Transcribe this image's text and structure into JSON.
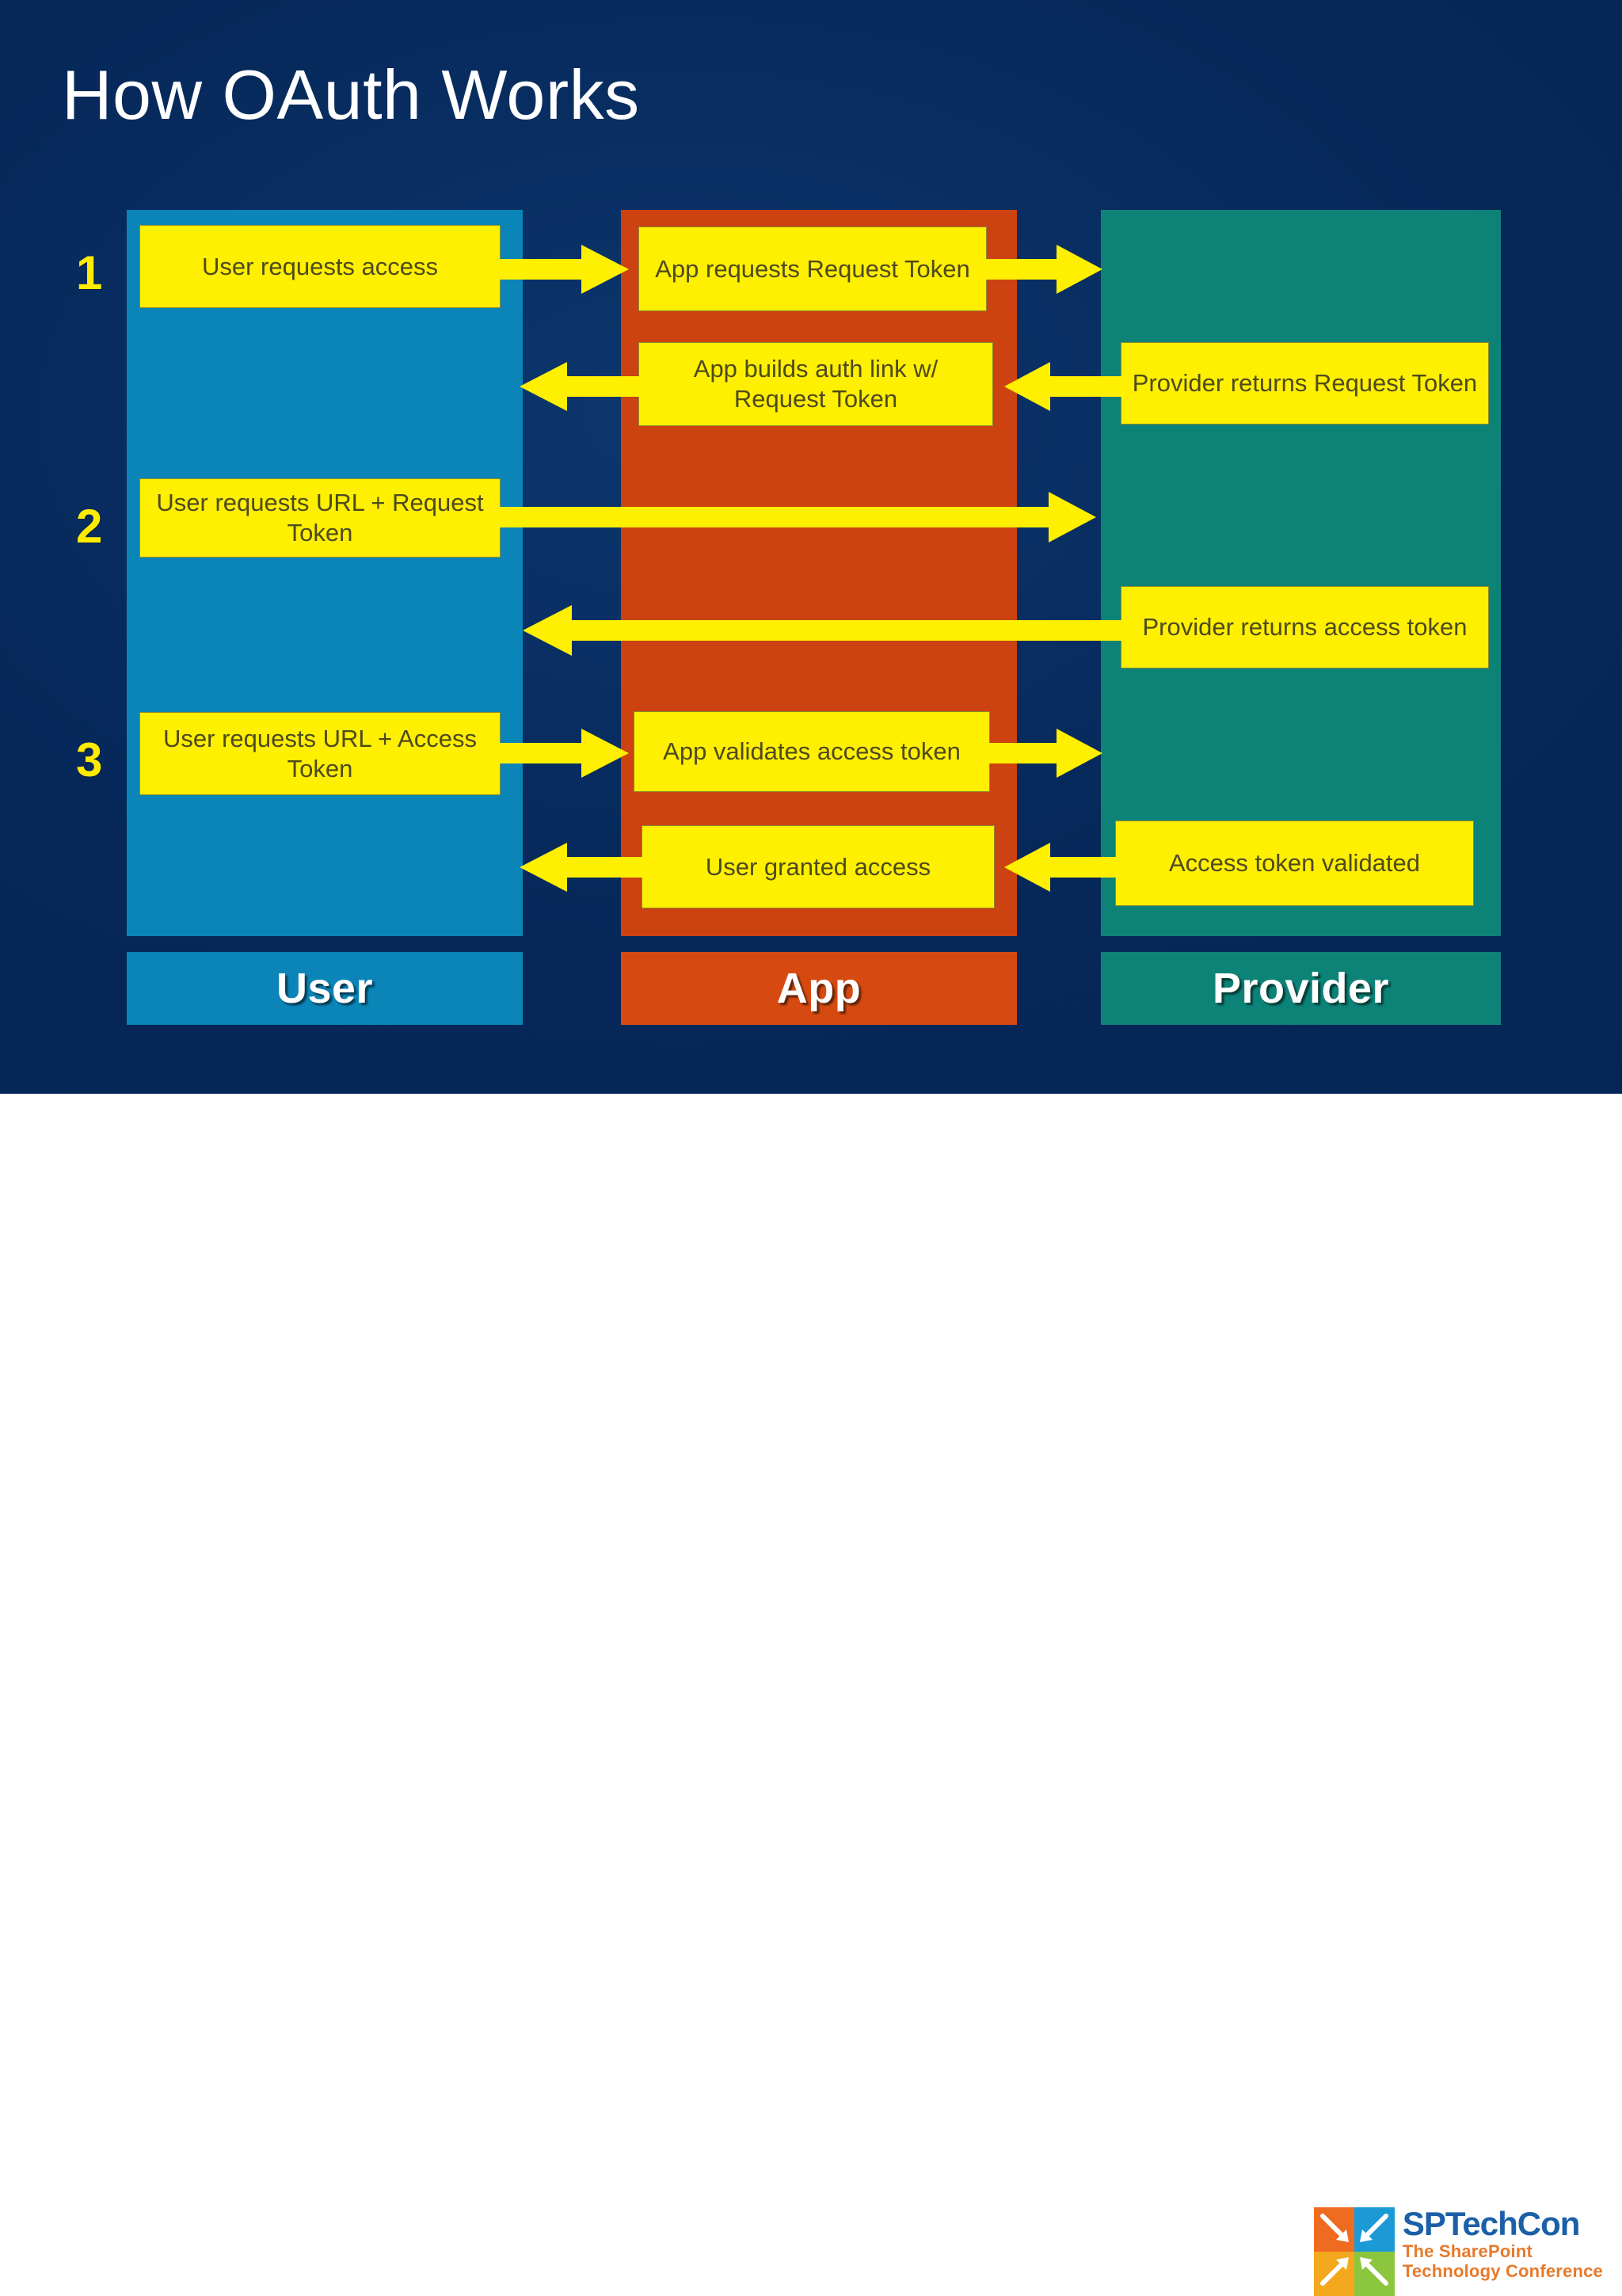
{
  "slide": {
    "title": "How OAuth Works",
    "background_color": "#05285c"
  },
  "colors": {
    "background": "#05285c",
    "user_column": "#0b84b8",
    "app_column": "#cc4211",
    "provider_column": "#0d8378",
    "message_box": "#ffef00",
    "message_text": "#4d4a1e",
    "arrow": "#ffef00",
    "step_number": "#ffec00",
    "label_text": "#ffffff"
  },
  "columns": [
    {
      "id": "user",
      "label": "User"
    },
    {
      "id": "app",
      "label": "App"
    },
    {
      "id": "provider",
      "label": "Provider"
    }
  ],
  "steps": [
    {
      "number": "1"
    },
    {
      "number": "2"
    },
    {
      "number": "3"
    }
  ],
  "messages": {
    "user": [
      {
        "id": "u1",
        "text": "User requests access"
      },
      {
        "id": "u2",
        "text": "User requests URL + Request Token"
      },
      {
        "id": "u3",
        "text": "User requests URL + Access Token"
      }
    ],
    "app": [
      {
        "id": "a1",
        "text": "App requests Request Token"
      },
      {
        "id": "a2",
        "text": "App builds auth link w/ Request Token"
      },
      {
        "id": "a3",
        "text": "App validates access token"
      },
      {
        "id": "a4",
        "text": "User granted access"
      }
    ],
    "provider": [
      {
        "id": "p1",
        "text": "Provider returns Request Token"
      },
      {
        "id": "p2",
        "text": "Provider returns access token"
      },
      {
        "id": "p3",
        "text": "Access token validated"
      }
    ]
  },
  "arrows": [
    {
      "id": "u-a-1",
      "from": "user",
      "to": "app",
      "direction": "right",
      "step": "1"
    },
    {
      "id": "a-p-1",
      "from": "app",
      "to": "provider",
      "direction": "right",
      "step": "1"
    },
    {
      "id": "p-a-1",
      "from": "provider",
      "to": "app",
      "direction": "left",
      "step": "1"
    },
    {
      "id": "a-u-1",
      "from": "app",
      "to": "user",
      "direction": "left",
      "step": "1"
    },
    {
      "id": "u-p-2",
      "from": "user",
      "to": "provider",
      "direction": "right",
      "step": "2"
    },
    {
      "id": "p-u-2",
      "from": "provider",
      "to": "user",
      "direction": "left",
      "step": "2"
    },
    {
      "id": "u-a-3",
      "from": "user",
      "to": "app",
      "direction": "right",
      "step": "3"
    },
    {
      "id": "a-p-3",
      "from": "app",
      "to": "provider",
      "direction": "right",
      "step": "3"
    },
    {
      "id": "p-a-3",
      "from": "provider",
      "to": "app",
      "direction": "left",
      "step": "3"
    },
    {
      "id": "a-u-3",
      "from": "app",
      "to": "user",
      "direction": "left",
      "step": "3"
    }
  ],
  "logo": {
    "title": "SPTechCon",
    "subtitle_line1": "The SharePoint",
    "subtitle_line2": "Technology Conference",
    "title_color": "#1c5fa8",
    "subtitle_color": "#e8792a",
    "quadrant_colors": [
      "#ef6b1f",
      "#1c9ad6",
      "#f4a81d",
      "#8cc63e"
    ]
  }
}
